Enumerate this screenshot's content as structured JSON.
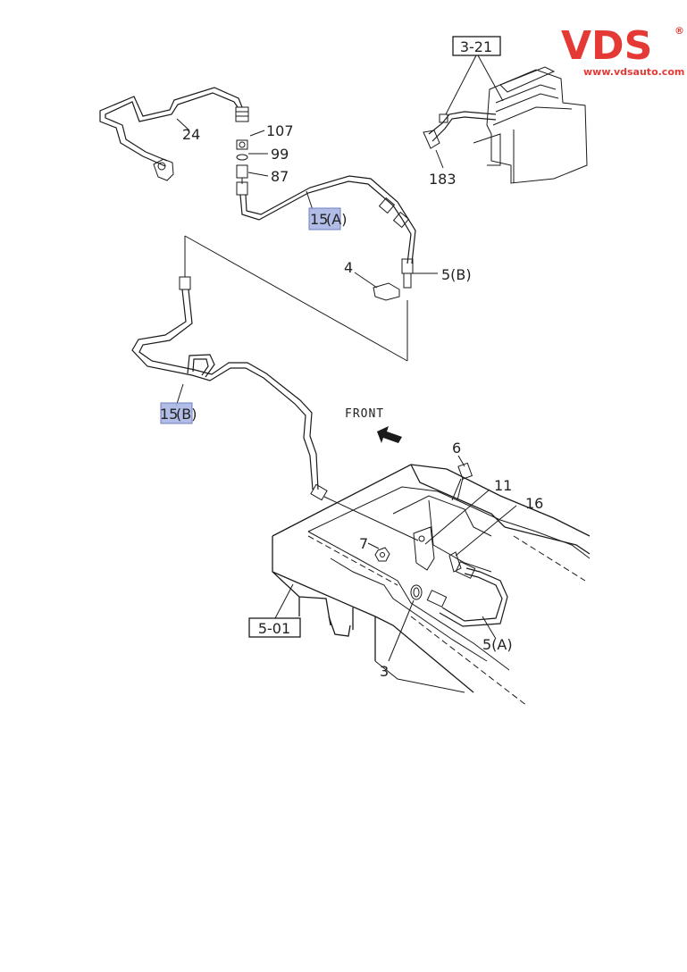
{
  "logo": {
    "brand": "VDS",
    "registered": "®",
    "url": "www.vdsauto.com",
    "color": "#e53935"
  },
  "labels": {
    "ref_3_21": "3-21",
    "ref_5_01": "5-01",
    "p24": "24",
    "p107": "107",
    "p99": "99",
    "p87": "87",
    "p183": "183",
    "p15a_num": "15",
    "p15a_suf": "(A)",
    "p4": "4",
    "p5b": "5(B)",
    "p15b_num": "15",
    "p15b_suf": "(B)",
    "front": "FRONT",
    "p6": "6",
    "p11": "11",
    "p16": "16",
    "p7": "7",
    "p5a": "5(A)",
    "p3": "3"
  },
  "highlight_color": "#a9b6e3"
}
